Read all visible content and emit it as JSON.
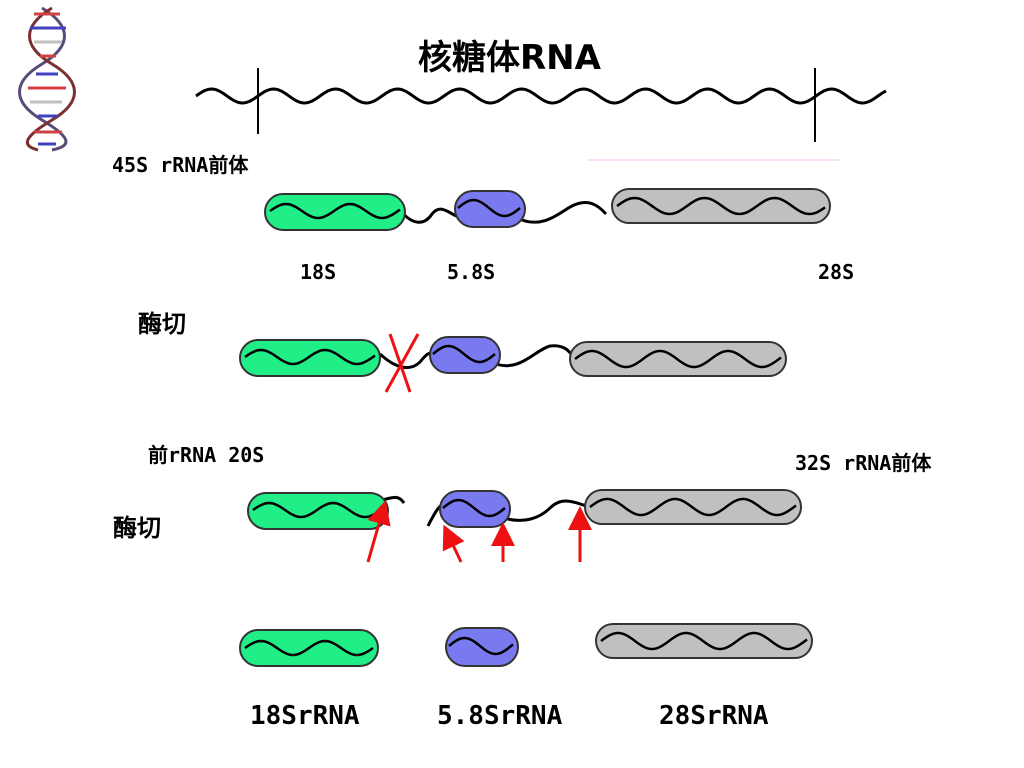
{
  "title": "核糖体RNA",
  "colors": {
    "segment_18s": "#22ee88",
    "segment_58s": "#7a7af0",
    "segment_28s": "#c0c0c0",
    "cut_marks": "#ee1111",
    "strand": "#000000"
  },
  "icons": [
    "dna-helix-icon"
  ],
  "labels": {
    "precursor_45s": "45S rRNA前体",
    "seg_18s": "18S",
    "seg_58s": "5.8S",
    "seg_28s": "28S",
    "cleavage_1": "酶切",
    "pre_20s": "前rRNA 20S",
    "precursor_32s": "32S rRNA前体",
    "cleavage_2": "酶切",
    "final_18s": "18SrRNA",
    "final_58s": "5.8SrRNA",
    "final_28s": "28SrRNA"
  }
}
